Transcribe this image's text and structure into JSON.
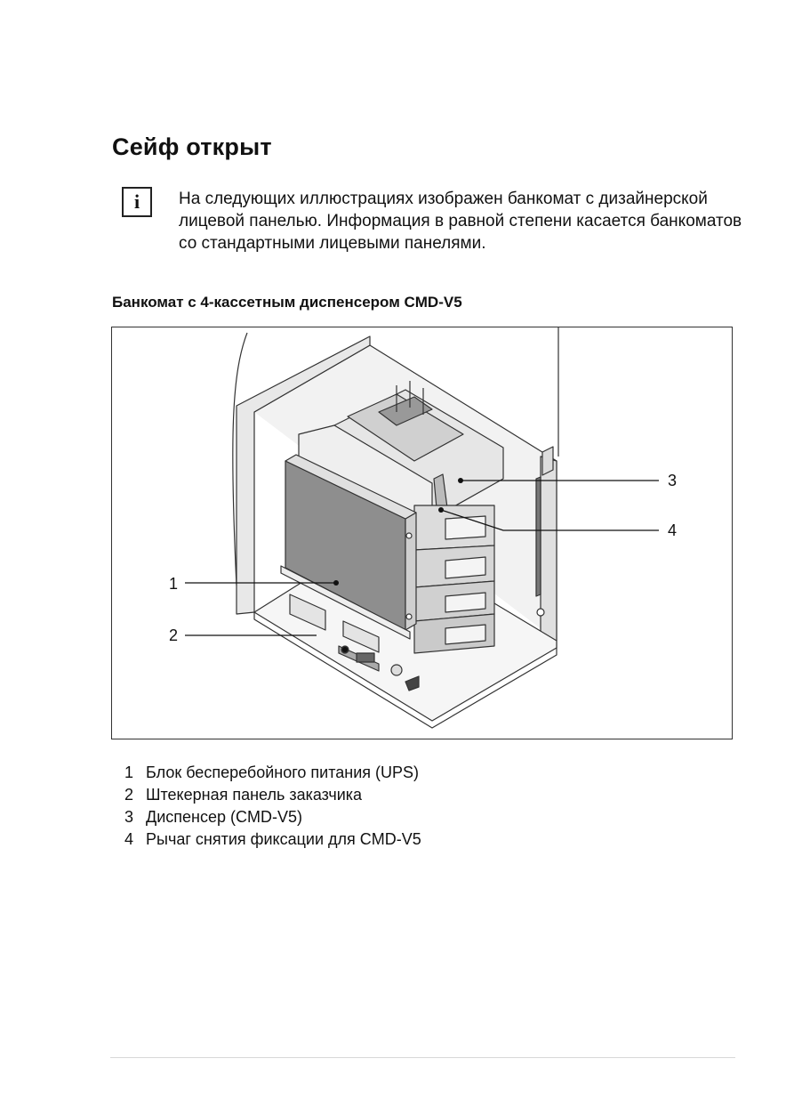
{
  "page": {
    "title": "Сейф открыт"
  },
  "note": {
    "icon": "info-icon",
    "icon_glyph": "i",
    "text": "На следующих иллюстрациях изображен банкомат с дизайнерской лицевой панелью. Информация в равной степени касается банкоматов со стандартными лицевыми панелями."
  },
  "figure": {
    "caption": "Банкомат с 4-кассетным диспенсером CMD-V5",
    "callouts": [
      "1",
      "2",
      "3",
      "4"
    ]
  },
  "legend": [
    {
      "num": "1",
      "text": "Блок бесперебойного питания (UPS)"
    },
    {
      "num": "2",
      "text": "Штекерная панель заказчика"
    },
    {
      "num": "3",
      "text": "Диспенсер (CMD-V5)"
    },
    {
      "num": "4",
      "text": "Рычаг снятия фиксации для CMD-V5"
    }
  ]
}
